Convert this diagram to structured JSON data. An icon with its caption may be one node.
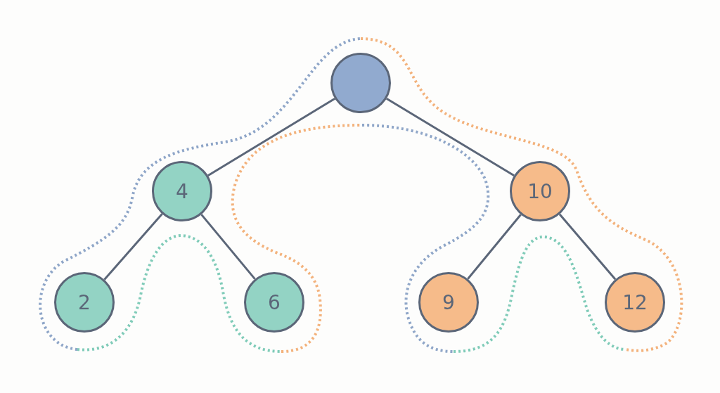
{
  "diagram": {
    "nodes": [
      {
        "text": [],
        "shape": "circle"
      },
      {
        "text": [
          "4"
        ]
      },
      {
        "text": [
          "10"
        ]
      },
      {
        "text": [
          "2"
        ]
      },
      {
        "text": [
          "6"
        ]
      },
      {
        "text": [
          "9"
        ]
      },
      {
        "text": [
          "12"
        ]
      }
    ],
    "edges": [
      {
        "from": 0,
        "to": 1,
        "arrow": "none"
      },
      {
        "from": 0,
        "to": 2,
        "arrow": "none"
      },
      {
        "from": 1,
        "to": 3,
        "arrow": "none"
      },
      {
        "from": 1,
        "to": 4,
        "arrow": "none"
      },
      {
        "from": 2,
        "to": 5,
        "arrow": "none"
      },
      {
        "from": 2,
        "to": 6,
        "arrow": "none"
      }
    ]
  }
}
